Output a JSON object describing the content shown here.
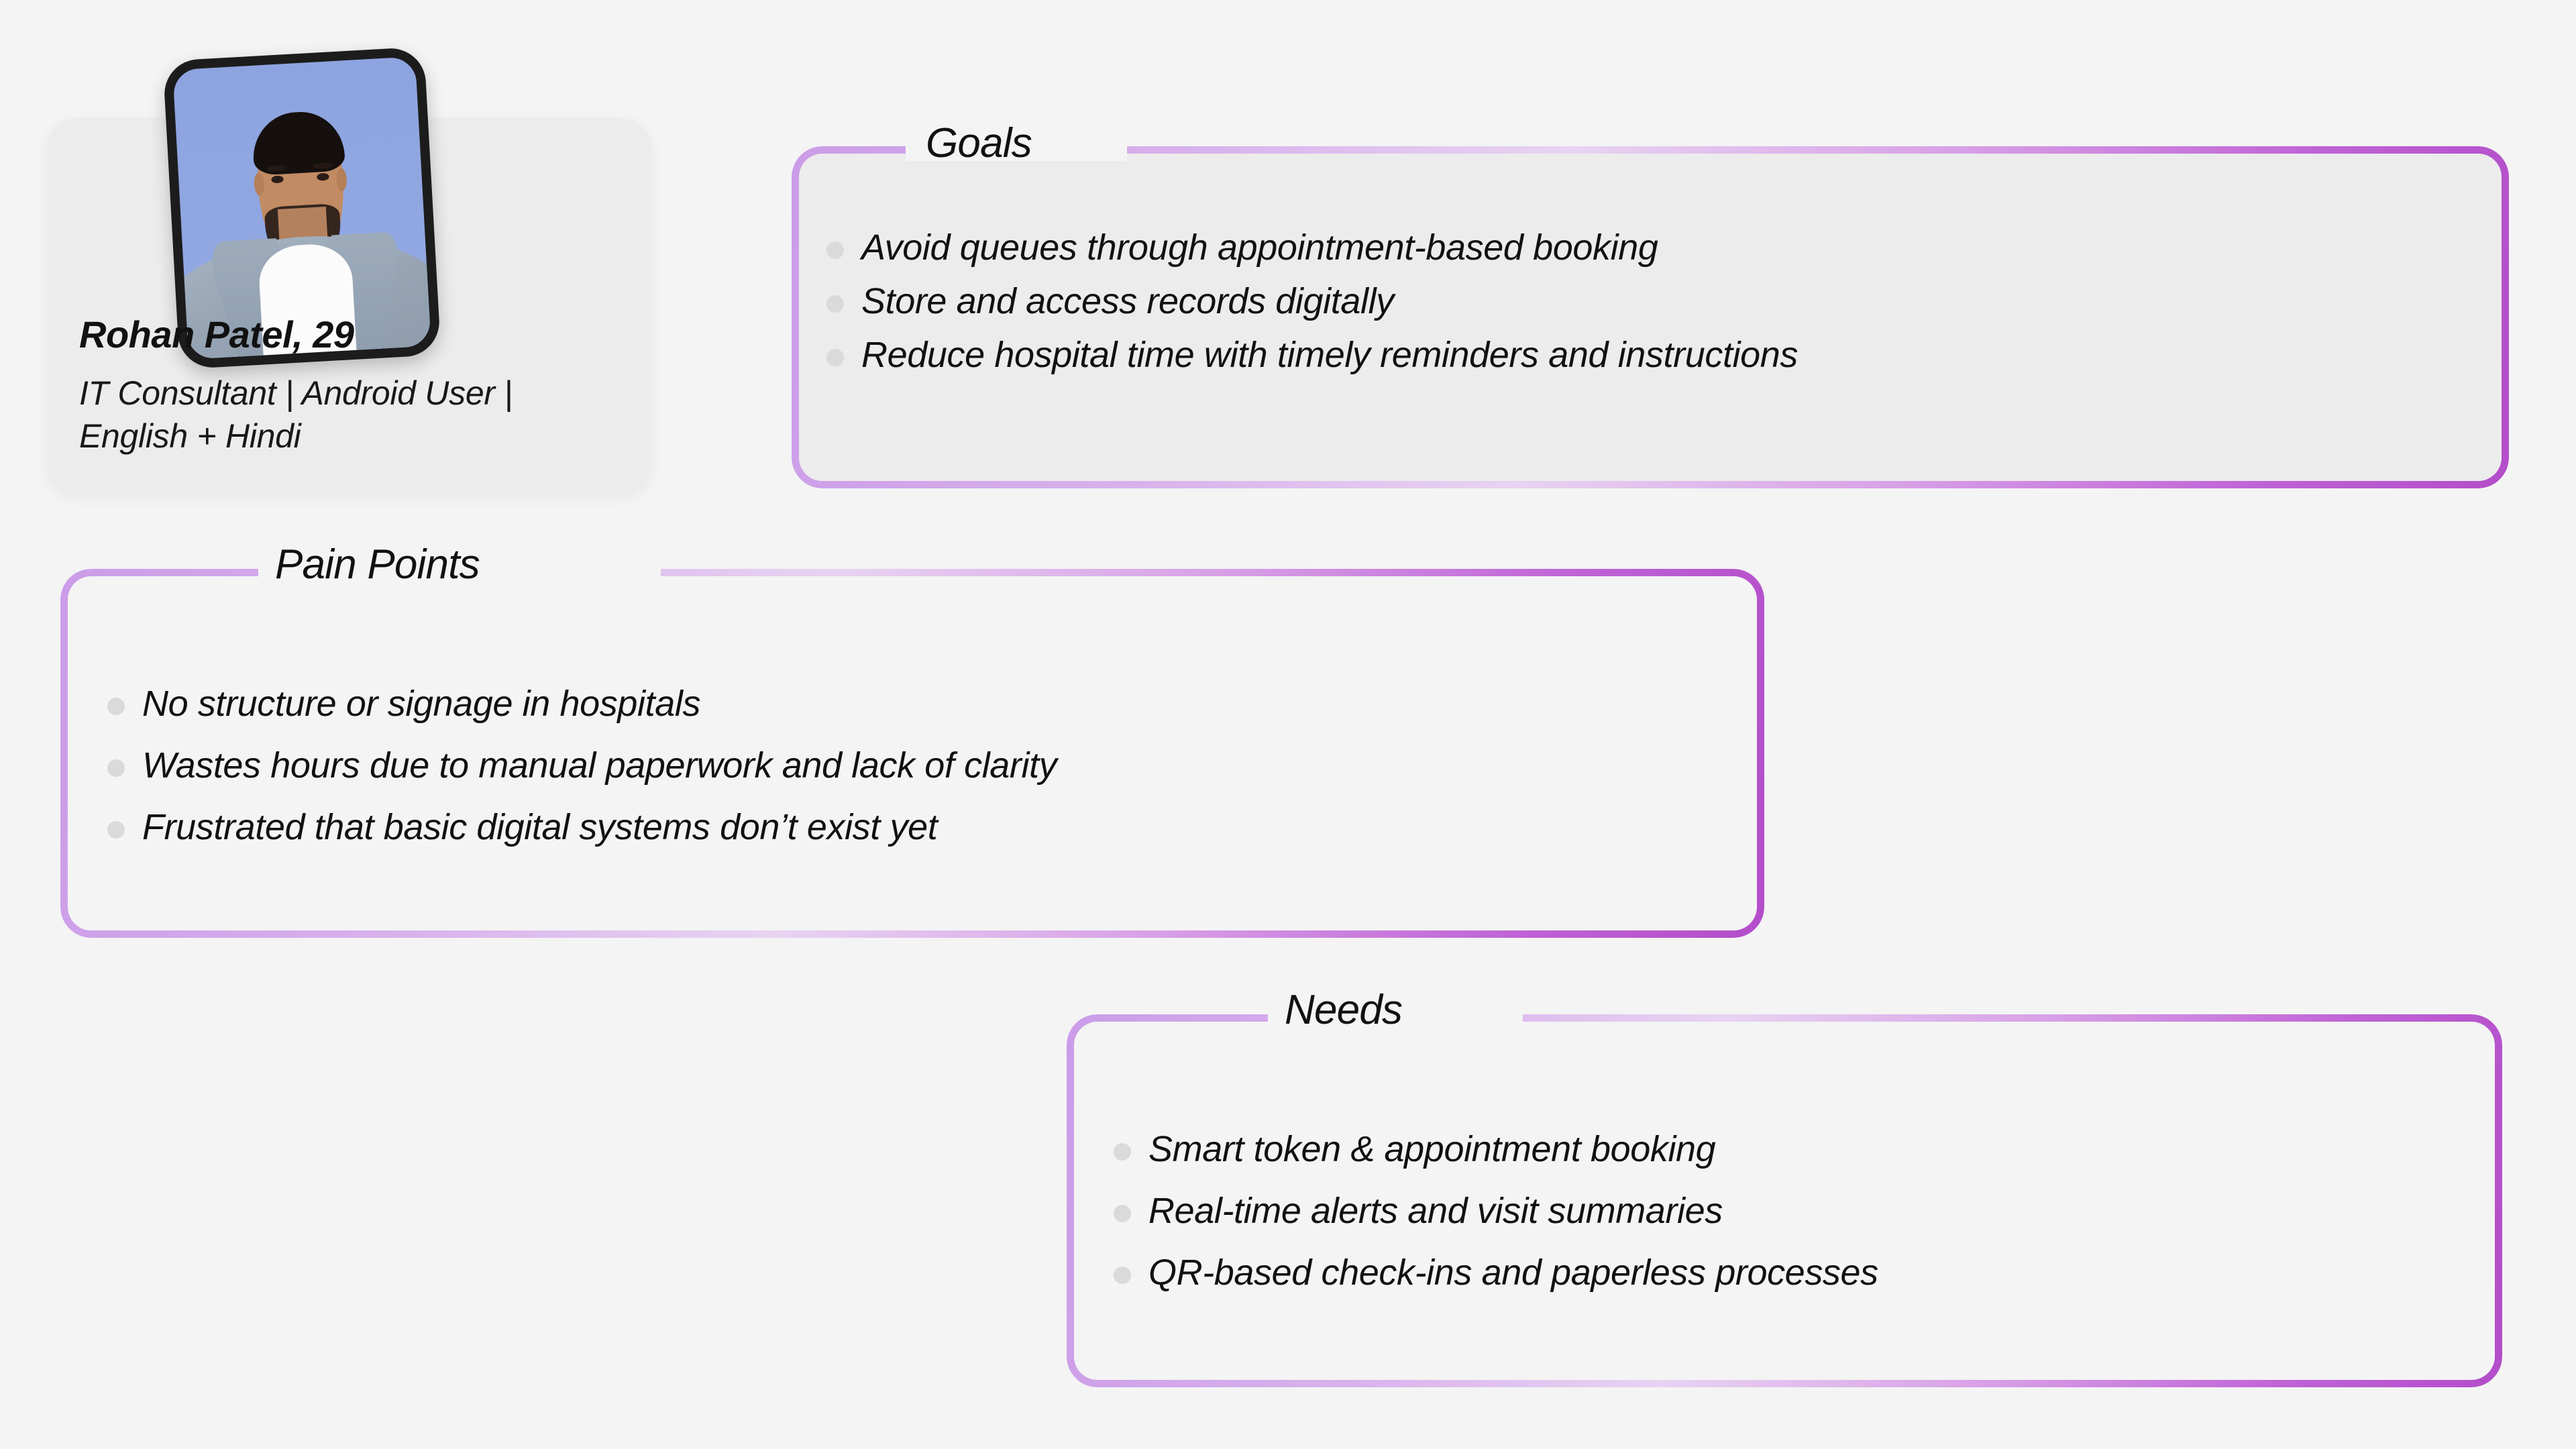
{
  "page": {
    "background_color": "#f4f4f4",
    "accent_gradient_start": "#cb9ce8",
    "accent_gradient_end": "#b34dc9",
    "card_fill_color": "#ececec",
    "bullet_color": "#dadada",
    "text_color": "#111111"
  },
  "profile": {
    "name_and_age": "Rohan Patel, 29",
    "role": "IT Consultant | Android User | English + Hindi",
    "photo_alt": "portrait-photo"
  },
  "sections": [
    {
      "id": "goals",
      "title": "Goals",
      "filled": true,
      "items": [
        "Avoid queues through appointment-based booking",
        "Store and access records digitally",
        "Reduce hospital time with timely reminders and instructions"
      ]
    },
    {
      "id": "pain-points",
      "title": "Pain Points",
      "filled": false,
      "items": [
        "No structure or signage in hospitals",
        "Wastes hours due to manual paperwork and lack of clarity",
        "Frustrated that basic digital systems don’t exist yet"
      ]
    },
    {
      "id": "needs",
      "title": "Needs",
      "filled": false,
      "items": [
        "Smart token & appointment booking",
        "Real-time alerts and visit summaries",
        "QR-based check-ins and paperless processes"
      ]
    }
  ]
}
